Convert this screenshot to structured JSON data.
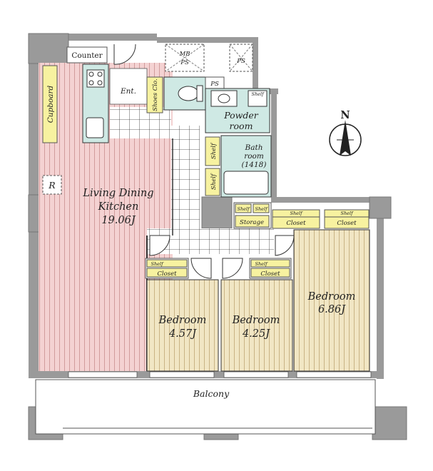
{
  "rooms": {
    "ldk": {
      "line1": "Living Dining",
      "line2": "Kitchen",
      "size": "19.06J"
    },
    "bedroom_center_left": {
      "name": "Bedroom",
      "size": "4.57J"
    },
    "bedroom_center_right": {
      "name": "Bedroom",
      "size": "4.25J"
    },
    "bedroom_right": {
      "name": "Bedroom",
      "size": "6.86J"
    },
    "powder": {
      "line1": "Powder",
      "line2": "room"
    },
    "bath": {
      "line1": "Bath",
      "line2": "room",
      "size": "(1418)"
    }
  },
  "labels": {
    "counter": "Counter",
    "cupboard": "Cupboard",
    "refrigerator": "R",
    "entrance": "Ent.",
    "shoes_closet": "Shoes Clo.",
    "ps_small": "PS",
    "mb_ps_line1": "MB",
    "mb_ps_line2": "PS",
    "ps_shaft": "PS",
    "shelf": "Shelf",
    "closet": "Closet",
    "storage": "Storage",
    "balcony": "Balcony",
    "north": "N"
  },
  "colors": {
    "ldk_floor": "#f3cfcf",
    "bedroom_floor": "#f0e6c2",
    "wet_area": "#cfe9e4",
    "closet_fill": "#f7f2a0",
    "wall": "#9a9a9a"
  }
}
